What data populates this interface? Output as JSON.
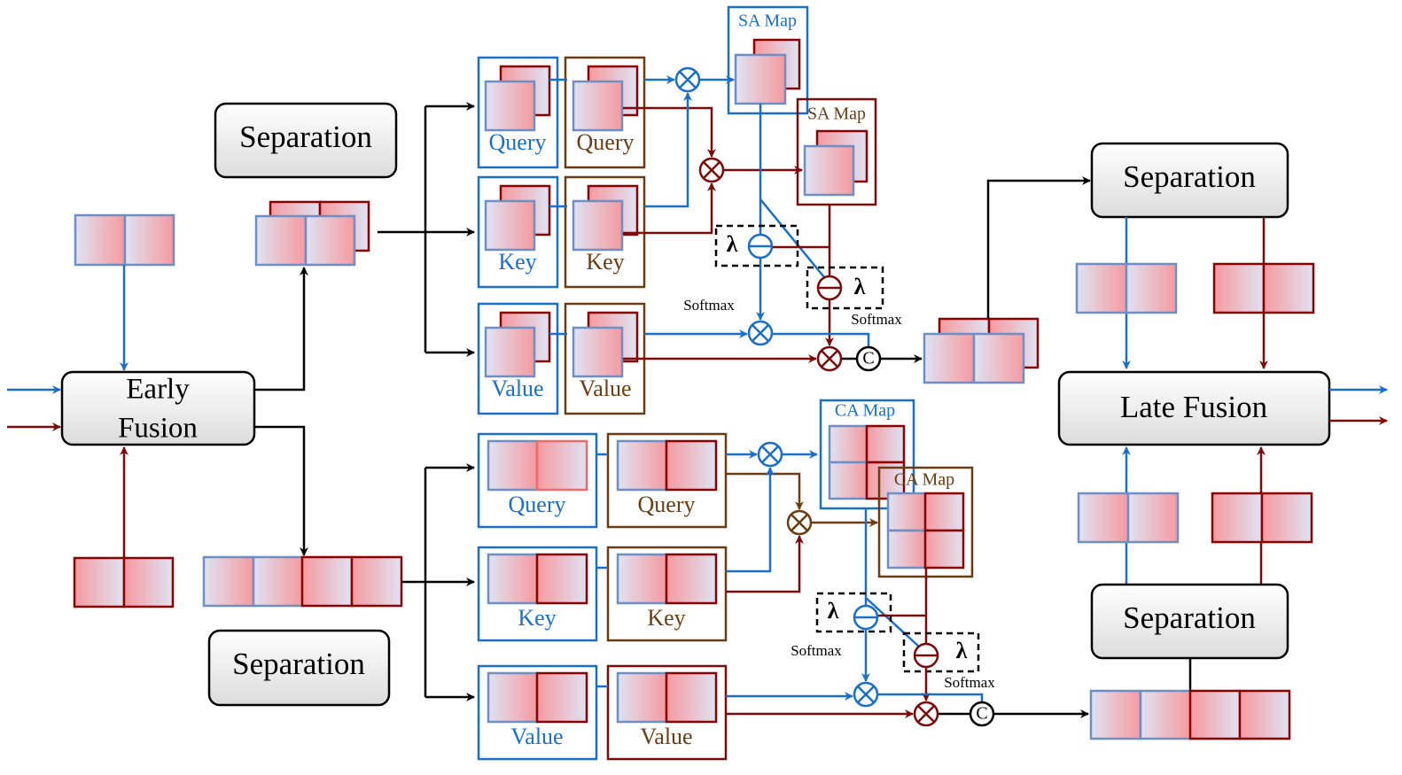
{
  "diagram": {
    "early_fusion": {
      "line1": "Early",
      "line2": "Fusion"
    },
    "late_fusion": "Late Fusion",
    "separation": [
      "Separation",
      "Separation",
      "Separation",
      "Separation"
    ],
    "self_attention": {
      "query": "Query",
      "key": "Key",
      "value": "Value",
      "map": "SA Map",
      "softmax": "Softmax",
      "lambda": "λ",
      "concat": "C"
    },
    "cross_attention": {
      "query": "Query",
      "key": "Key",
      "value": "Value",
      "map": "CA Map",
      "softmax": "Softmax",
      "lambda": "λ",
      "concat": "C"
    }
  },
  "colors": {
    "modality_a": "#1a6fc9",
    "modality_b": "#7d0a0a",
    "fused": "#6b3d12",
    "tile_light": "#dfe3f3",
    "tile_pink": "#f59a9f"
  }
}
